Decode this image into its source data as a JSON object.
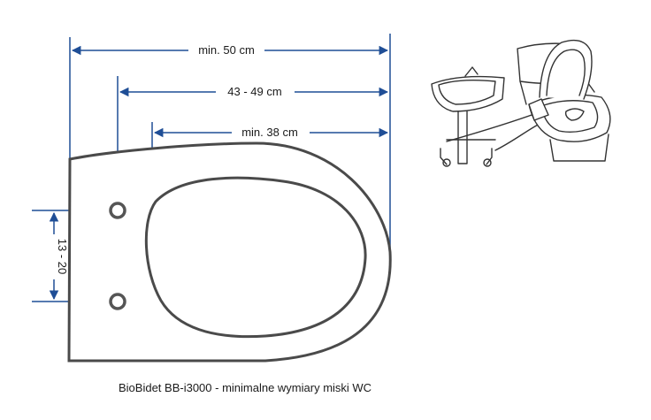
{
  "dimensions": {
    "overall_length": "min. 50 cm",
    "hole_to_front": "43 - 49 cm",
    "bowl_opening_length": "min. 38 cm",
    "hole_spacing": "13 - 20"
  },
  "caption": "BioBidet BB-i3000 - minimalne wymiary miski WC",
  "colors": {
    "dimension_line": "#1f4e96",
    "seat_outline": "#4a4a4a",
    "hole_ring": "#555555",
    "illustration_line": "#333333"
  },
  "icons": [
    "mounting-hole-icon",
    "toilet-installation-illustration"
  ]
}
